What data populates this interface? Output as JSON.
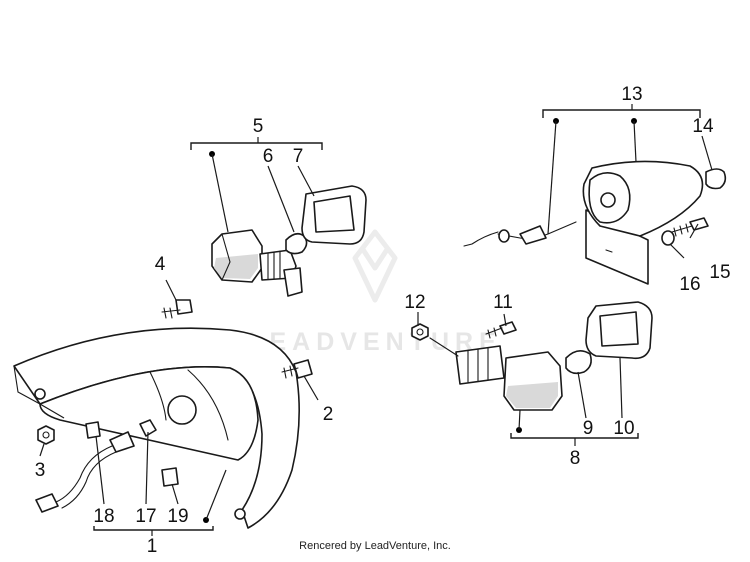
{
  "watermark": {
    "text": "LEADVENTURE"
  },
  "footer": {
    "text": "Rencered by LeadVenture, Inc."
  },
  "callouts": {
    "c1": "1",
    "c2": "2",
    "c3": "3",
    "c4": "4",
    "c5": "5",
    "c6": "6",
    "c7": "7",
    "c8": "8",
    "c9": "9",
    "c10": "10",
    "c11": "11",
    "c12": "12",
    "c13": "13",
    "c14": "14",
    "c15": "15",
    "c16": "16",
    "c17": "17",
    "c18": "18",
    "c19": "19"
  }
}
